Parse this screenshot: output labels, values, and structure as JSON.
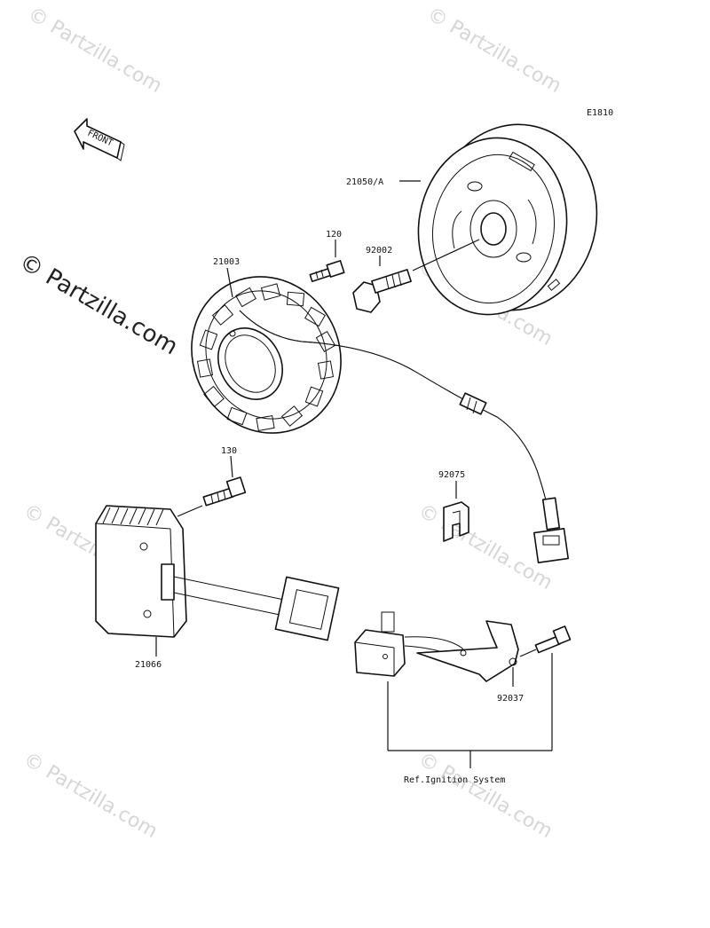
{
  "diagram_code": "E1810",
  "front_label": "FRONT",
  "watermark_text": "© Partzilla.com",
  "parts": {
    "flywheel": "21050/A",
    "bolt_92002": "92002",
    "bolt_120": "120",
    "stator": "21003",
    "bolt_130": "130",
    "clamp_92075": "92075",
    "regulator": "21066",
    "bracket_92037": "92037"
  },
  "reference_note": "Ref.Ignition System"
}
